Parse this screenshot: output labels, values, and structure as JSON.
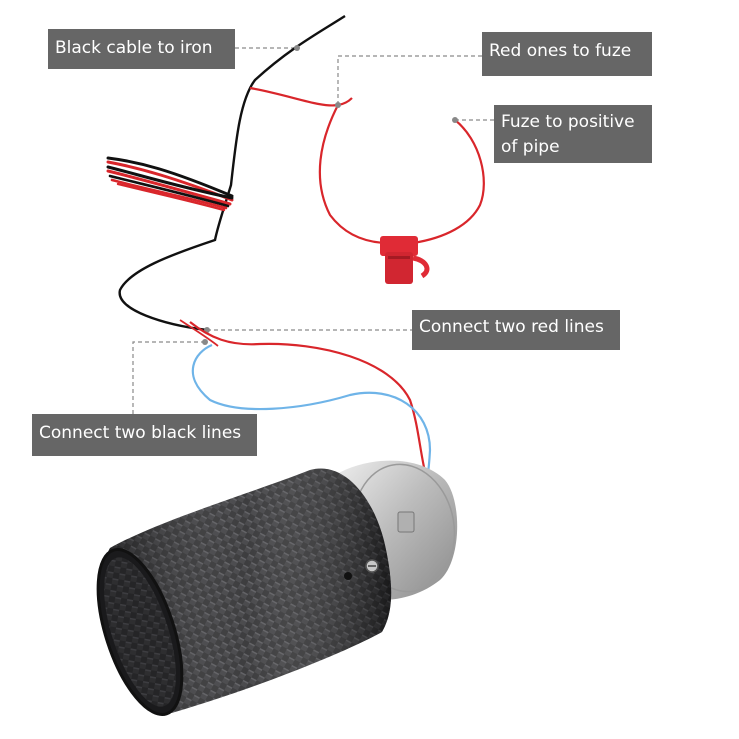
{
  "labels": {
    "black_cable": "Black cable to iron",
    "red_to_fuze": "Red ones to fuze",
    "fuze_line1": "Fuze to positive",
    "fuze_line2": "of pipe",
    "two_red": "Connect two red lines",
    "two_black": "Connect two black lines"
  },
  "colors": {
    "callout_bg": "#666666",
    "callout_text": "#ffffff",
    "red_wire": "#d9262b",
    "black_wire": "#111111",
    "blue_wire": "#6fb4e8",
    "fuse_holder": "#e02b36",
    "carbon_tip": "#2a2a2c",
    "steel": "#c9c9c9"
  }
}
